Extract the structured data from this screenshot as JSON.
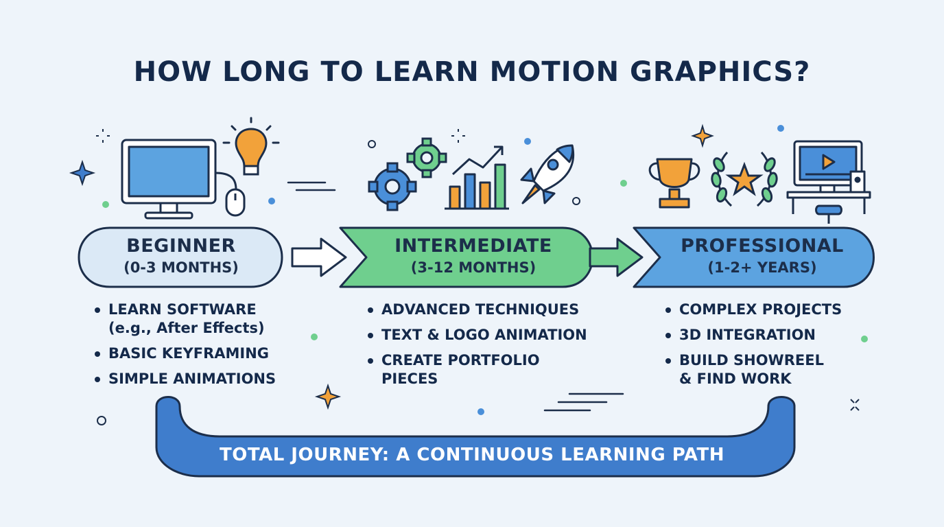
{
  "title": "HOW LONG TO LEARN MOTION GRAPHICS?",
  "stages": [
    {
      "name": "BEGINNER",
      "duration": "(0-3 MONTHS)",
      "color": "#dbe9f6",
      "icons": [
        "monitor-icon",
        "lightbulb-icon",
        "mouse-icon"
      ],
      "items": [
        "LEARN SOFTWARE\n(e.g., After Effects)",
        "BASIC KEYFRAMING",
        "SIMPLE ANIMATIONS"
      ]
    },
    {
      "name": "INTERMEDIATE",
      "duration": "(3-12 MONTHS)",
      "color": "#6fcf8e",
      "icons": [
        "gears-icon",
        "growth-chart-icon",
        "rocket-icon"
      ],
      "items": [
        "ADVANCED TECHNIQUES",
        "TEXT & LOGO ANIMATION",
        "CREATE PORTFOLIO\nPIECES"
      ]
    },
    {
      "name": "PROFESSIONAL",
      "duration": "(1-2+ YEARS)",
      "color": "#5ca3e0",
      "icons": [
        "trophy-icon",
        "laurel-star-icon",
        "video-workstation-icon"
      ],
      "items": [
        "COMPLEX PROJECTS",
        "3D INTEGRATION",
        "BUILD SHOWREEL\n& FIND WORK"
      ]
    }
  ],
  "journey": {
    "label": "TOTAL JOURNEY: A CONTINUOUS LEARNING PATH",
    "color": "#3f7dcc"
  },
  "colors": {
    "background": "#eef4fa",
    "outline": "#1c2e4a",
    "accent_orange": "#f2a23a",
    "accent_green": "#6fcf8e",
    "accent_blue": "#4a8fd9"
  }
}
